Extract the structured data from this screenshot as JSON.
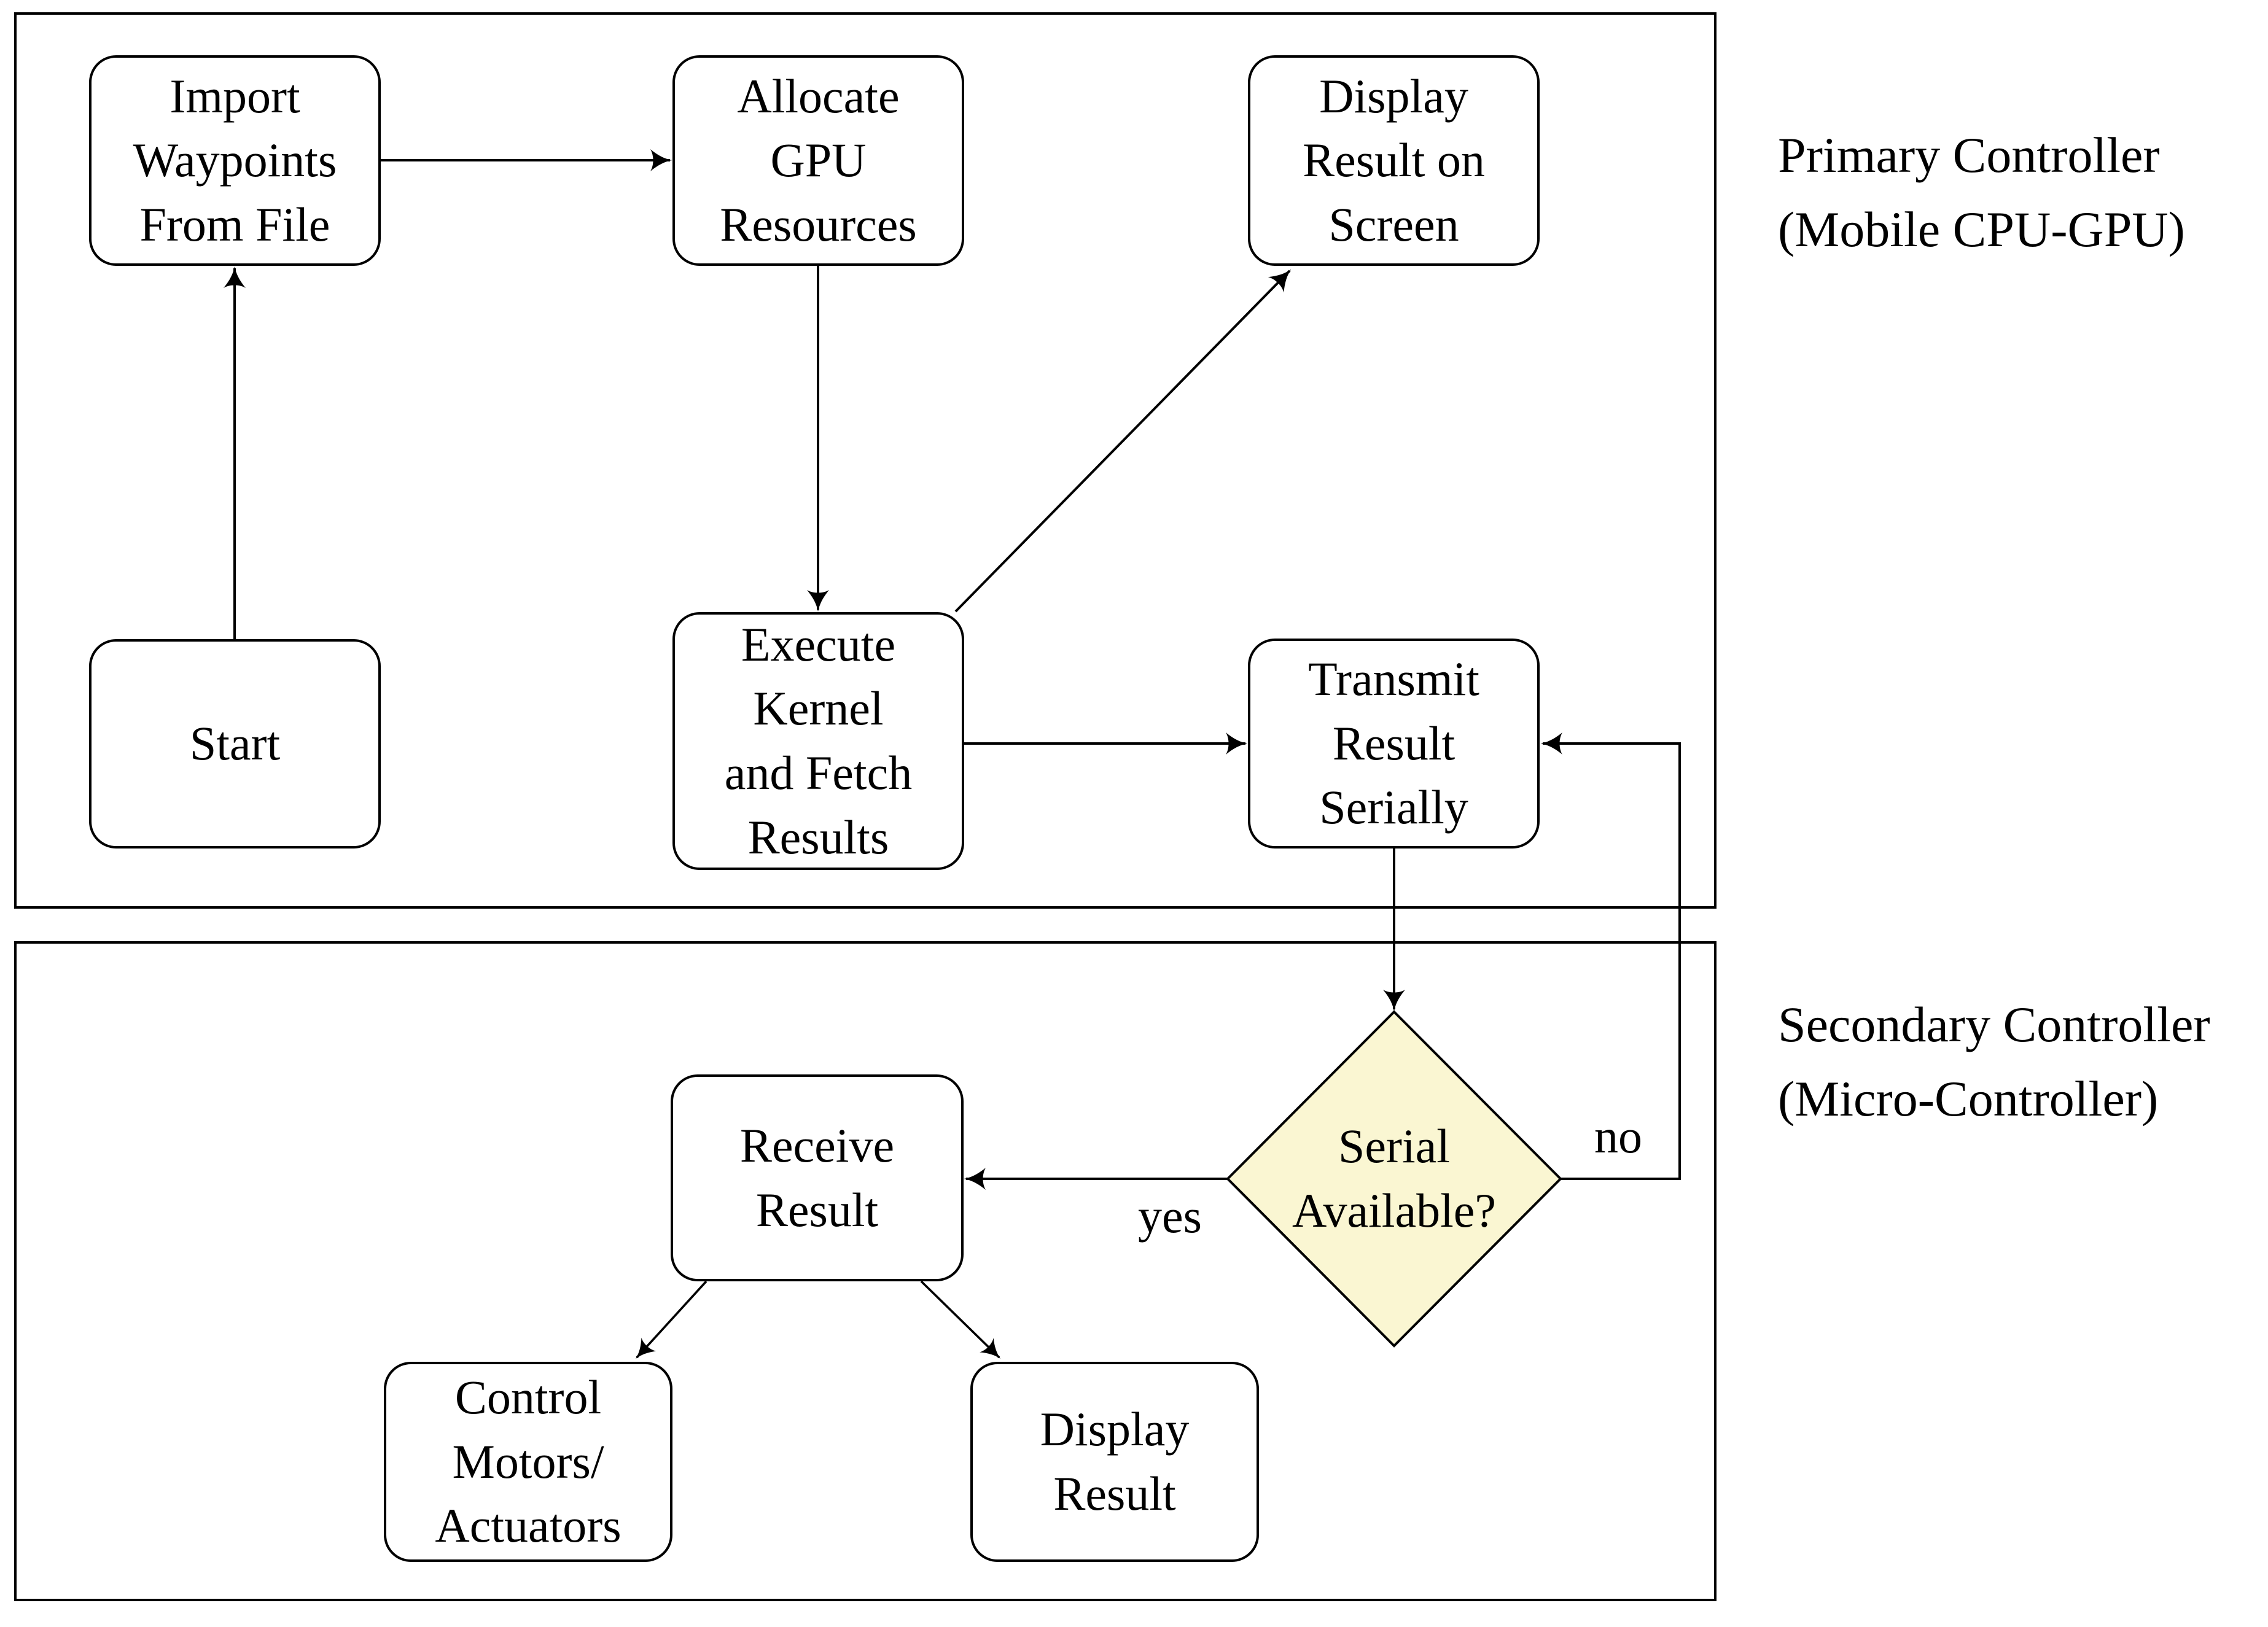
{
  "diagram": {
    "containers": {
      "primary": {
        "label": "Primary Controller\n(Mobile CPU-GPU)"
      },
      "secondary": {
        "label": "Secondary Controller\n(Micro-Controller)"
      }
    },
    "nodes": {
      "start": {
        "label": "Start"
      },
      "import_waypoints": {
        "label": "Import\nWaypoints\nFrom File"
      },
      "allocate_gpu": {
        "label": "Allocate\nGPU\nResources"
      },
      "display_screen": {
        "label": "Display\nResult on\nScreen"
      },
      "execute_kernel": {
        "label": "Execute\nKernel\nand Fetch\nResults"
      },
      "transmit_serial": {
        "label": "Transmit\nResult\nSerially"
      },
      "serial_available": {
        "label": "Serial\nAvailable?"
      },
      "receive_result": {
        "label": "Receive\nResult"
      },
      "control_motors": {
        "label": "Control\nMotors/\nActuators"
      },
      "display_result": {
        "label": "Display\nResult"
      }
    },
    "edge_labels": {
      "yes": "yes",
      "no": "no"
    },
    "colors": {
      "decision_fill": "#FAF6D2",
      "stroke": "#000000",
      "background": "#FFFFFF"
    }
  }
}
